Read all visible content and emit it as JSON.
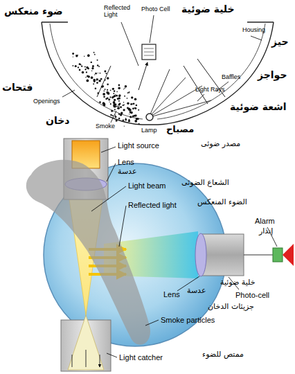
{
  "diagram": {
    "labels": [
      "ضوء منعكس",
      "خلية ضوئية",
      "Reflected Light",
      "Photo Cell",
      "Housing",
      "حيز",
      "Openings",
      "فتحات",
      "Baffles",
      "حواجز",
      "Light Rays",
      "اشعة ضوئية",
      "Smoke",
      "دخان",
      "Lamp",
      "مصباح",
      "Light source",
      "مصدر ضوئى",
      "Lens",
      "عدسة",
      "Light beam",
      "الشعاع الضوئى",
      "Reflected light",
      "الضوء المنعكس",
      "Alarm",
      "إنذار",
      "خلية ضوئية",
      "Photo-cell",
      "Lens",
      "عدسة",
      "جزيئات الدخان",
      "Smoke particles",
      "Light catcher",
      "ممتص للضوء"
    ]
  }
}
